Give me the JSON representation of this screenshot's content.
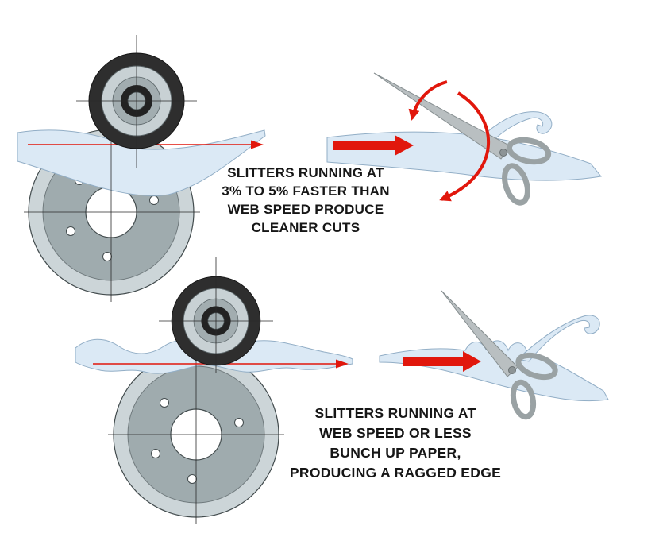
{
  "page": {
    "background": "#ffffff"
  },
  "colors": {
    "accent_red": "#e1170c",
    "paper_fill": "#dbe9f5",
    "paper_stroke": "#92aec6",
    "wheel_tire_dark": "#2e2e2e",
    "wheel_light_gray": "#c8d1d4",
    "wheel_mid_gray": "#a2adb0",
    "wheel_hub_dark": "#222222",
    "disc_outer_gray": "#ccd5d8",
    "disc_inner_gray": "#9fabae",
    "scissors_gray": "#b9bfc1",
    "scissors_stroke": "#868e90",
    "centerline_black": "#2a2a2a"
  },
  "diagram": {
    "top": {
      "caption_lines": [
        "SLITTERS RUNNING AT",
        "3% TO 5% FASTER THAN",
        "WEB SPEED PRODUCE",
        "CLEANER CUTS"
      ]
    },
    "bottom": {
      "caption_lines": [
        "SLITTERS RUNNING AT",
        "WEB SPEED OR LESS",
        "BUNCH UP PAPER,",
        "PRODUCING A RAGGED EDGE"
      ]
    }
  }
}
